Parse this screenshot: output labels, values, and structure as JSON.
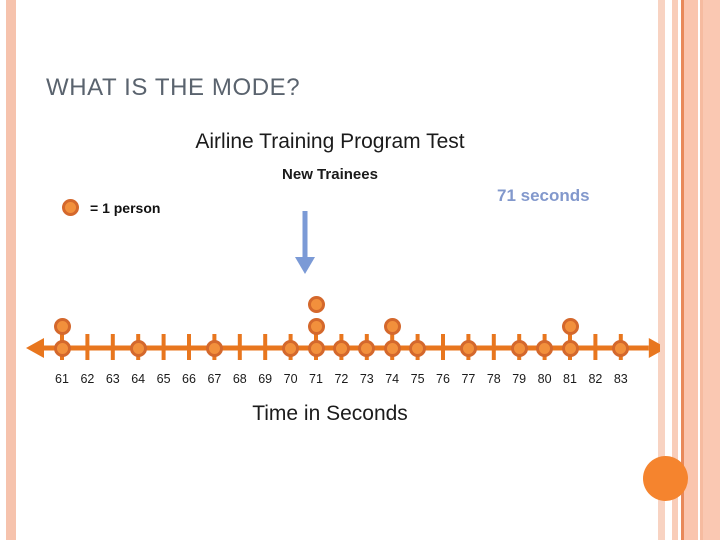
{
  "slide": {
    "title": "WHAT IS THE MODE?",
    "subtitle": "Airline Training Program Test",
    "subtitle_secondary": "New Trainees",
    "mode_callout": "71 seconds",
    "axis_caption": "Time in Seconds"
  },
  "legend": {
    "label": "= 1 person",
    "symbol": "orange-dot"
  },
  "colors": {
    "dot_fill": "#f2903c",
    "dot_ring": "#d4682c",
    "axis": "#e8761e",
    "title": "#5a636e",
    "callout": "#8298cc",
    "arrow": "#7b9ad6",
    "border_stripe": "#f6c3ad",
    "corner_dot": "#f5842e"
  },
  "chart_data": {
    "type": "dot plot",
    "title": "Airline Training Program Test",
    "subtitle": "New Trainees",
    "xlabel": "Time in Seconds",
    "ylabel": "",
    "xlim": [
      61,
      83
    ],
    "grid": false,
    "legend": "= 1 person",
    "unit_per_dot": 1,
    "annotations": [
      {
        "text": "71 seconds",
        "points_to": 71,
        "type": "mode"
      }
    ],
    "categories": [
      61,
      62,
      63,
      64,
      65,
      66,
      67,
      68,
      69,
      70,
      71,
      72,
      73,
      74,
      75,
      76,
      77,
      78,
      79,
      80,
      81,
      82,
      83
    ],
    "values": [
      2,
      0,
      0,
      1,
      0,
      0,
      1,
      0,
      0,
      1,
      3,
      1,
      1,
      2,
      1,
      0,
      1,
      0,
      1,
      1,
      2,
      0,
      1
    ],
    "mode": 71,
    "total_count": 19
  }
}
